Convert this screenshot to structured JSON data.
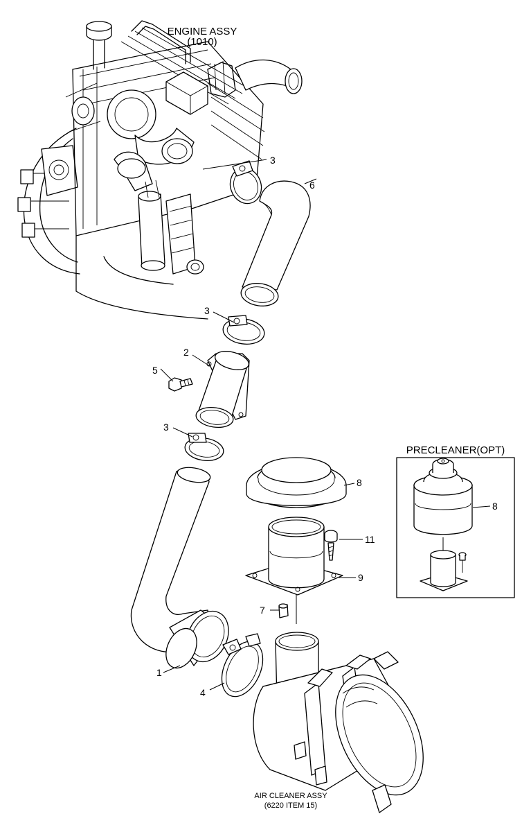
{
  "captions": {
    "engine_line1": "ENGINE ASSY",
    "engine_line2": "(1010)",
    "air_cleaner_line1": "AIR CLEANER ASSY",
    "air_cleaner_line2": "(6220 ITEM 15)",
    "precleaner_title": "PRECLEANER(OPT)"
  },
  "callouts": {
    "c1": "1",
    "c2": "2",
    "c3a": "3",
    "c3b": "3",
    "c3c": "3",
    "c4": "4",
    "c5": "5",
    "c6": "6",
    "c7": "7",
    "c8": "8",
    "c8_opt": "8",
    "c9": "9",
    "c11": "11"
  }
}
